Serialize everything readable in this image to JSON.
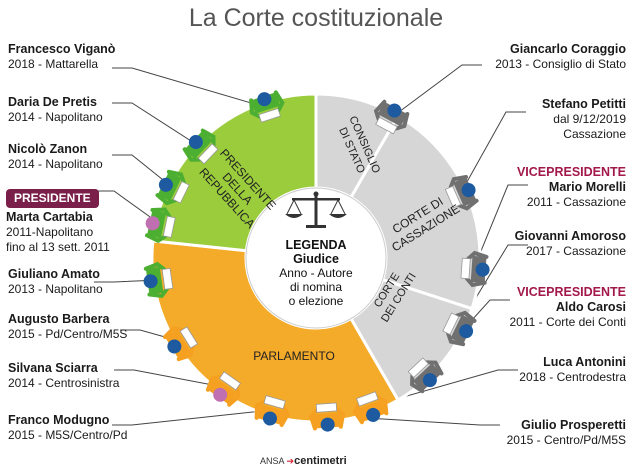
{
  "title": "La Corte costituzionale",
  "colors": {
    "president_sector": "#9acc3c",
    "parliament_sector": "#f5ab2a",
    "judiciary_sector": "#d6d6d6",
    "center": "#ffffff",
    "green_seat": "#4caf32",
    "orange_seat": "#f5a020",
    "grey_seat": "#707070",
    "judge_head": "#1d5aa0",
    "president_head": "#c070b0",
    "badge": "#7a1f4a",
    "vice": "#a3184a"
  },
  "sectors": {
    "president": "PRESIDENTE DELLA REPUBBLICA",
    "president_lines": [
      "PRESIDENTE",
      "DELLA",
      "REPUBBLICA"
    ],
    "parliament": "PARLAMENTO",
    "council": "CONSIGLIO DI STATO",
    "council_lines": [
      "CONSIGLIO",
      "DI STATO"
    ],
    "cassation": "CORTE DI CASSAZIONE",
    "cassation_lines": [
      "CORTE DI",
      "CASSAZIONE"
    ],
    "accounts": "CORTE DEI CONTI",
    "accounts_lines": [
      "CORTE",
      "DEI CONTI"
    ]
  },
  "legend": {
    "icon": "scales-of-justice-icon",
    "title": "LEGENDA",
    "subtitle": "Giudice",
    "line1": "Anno - Autore",
    "line2": "di nomina",
    "line3": "o elezione"
  },
  "left_judges": [
    {
      "name": "Francesco Viganò",
      "detail": "2018 - Mattarella"
    },
    {
      "name": "Daria De Pretis",
      "detail": "2014 - Napolitano"
    },
    {
      "name": "Nicolò Zanon",
      "detail": "2014 - Napolitano"
    },
    {
      "badge": "PRESIDENTE",
      "name": "Marta Cartabia",
      "detail": "2011-Napolitano",
      "detail2": "fino al 13 sett. 2011"
    },
    {
      "name": "Giuliano Amato",
      "detail": "2013 - Napolitano"
    },
    {
      "name": "Augusto Barbera",
      "detail": "2015 - Pd/Centro/M5S"
    },
    {
      "name": "Silvana Sciarra",
      "detail": "2014 - Centrosinistra"
    },
    {
      "name": "Franco Modugno",
      "detail": "2015 - M5S/Centro/Pd"
    }
  ],
  "right_judges": [
    {
      "name": "Giancarlo Coraggio",
      "detail": "2013 - Consiglio di Stato"
    },
    {
      "name": "Stefano Petitti",
      "detail": "dal 9/12/2019",
      "detail2": "Cassazione"
    },
    {
      "vice": "VICEPRESIDENTE",
      "name": "Mario Morelli",
      "detail": "2011 - Cassazione"
    },
    {
      "name": "Giovanni Amoroso",
      "detail": "2017 - Cassazione"
    },
    {
      "vice": "VICEPRESIDENTE",
      "name": "Aldo Carosi",
      "detail": "2011 - Corte dei Conti"
    },
    {
      "name": "Luca Antonini",
      "detail": "2018 - Centrodestra"
    },
    {
      "name": "Giulio Prosperetti",
      "detail": "2015 - Centro/Pd/M5S"
    }
  ],
  "credit": {
    "agency": "ANSA",
    "brand": "centimetri"
  }
}
